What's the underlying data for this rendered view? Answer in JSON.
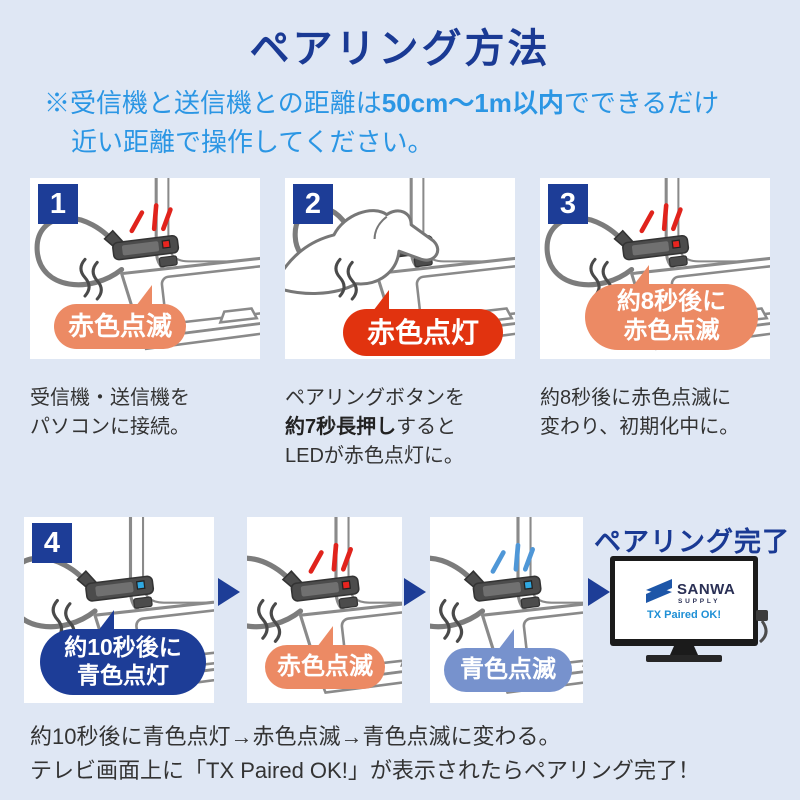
{
  "title": "ペアリング方法",
  "note": {
    "line1_prefix": "※受信機と送信機との距離は",
    "line1_bold": "50cm〜1m以内",
    "line1_suffix": "でできるだけ",
    "line2": "近い距離で操作してください。"
  },
  "steps": [
    {
      "number": "1",
      "bubble_line1": "赤色点滅",
      "caption_line1": "受信機・送信機を",
      "caption_line2": "パソコンに接続。"
    },
    {
      "number": "2",
      "bubble_line1": "赤色点灯",
      "caption_line1": "ペアリングボタンを",
      "caption_bold": "約7秒長押し",
      "caption_after_bold": "すると",
      "caption_line3": "LEDが赤色点灯に。"
    },
    {
      "number": "3",
      "bubble_line1": "約8秒後に",
      "bubble_line2": "赤色点滅",
      "caption_line1": "約8秒後に赤色点滅に",
      "caption_line2": "変わり、初期化中に。"
    }
  ],
  "step4": {
    "number": "4",
    "bubble1_line1": "約10秒後に",
    "bubble1_line2": "青色点灯",
    "bubble2": "赤色点滅",
    "bubble3": "青色点滅",
    "complete_title": "ペアリング完了",
    "tv": {
      "logo": "SANWA",
      "logo_sub": "SUPPLY",
      "screen_text": "TX Paired OK!"
    }
  },
  "footer": {
    "line1": "約10秒後に青色点灯→赤色点滅→青色点滅に変わる。",
    "line2": "テレビ画面上に「TX Paired OK!」が表示されたらペアリング完了！"
  },
  "colors": {
    "background": "#dfe7f4",
    "navy": "#1d3d97",
    "azure": "#2b96e4",
    "salmon": "#ec8a64",
    "red": "#e1330f",
    "steel_blue": "#7792cd",
    "text": "#333333",
    "led_red": "#e8241f",
    "led_blue": "#2fa8e1",
    "ray_red": "#e0231c",
    "ray_blue": "#4f97d7",
    "tv_text_blue": "#1e8fd5",
    "logo_blue": "#1d56a8"
  }
}
